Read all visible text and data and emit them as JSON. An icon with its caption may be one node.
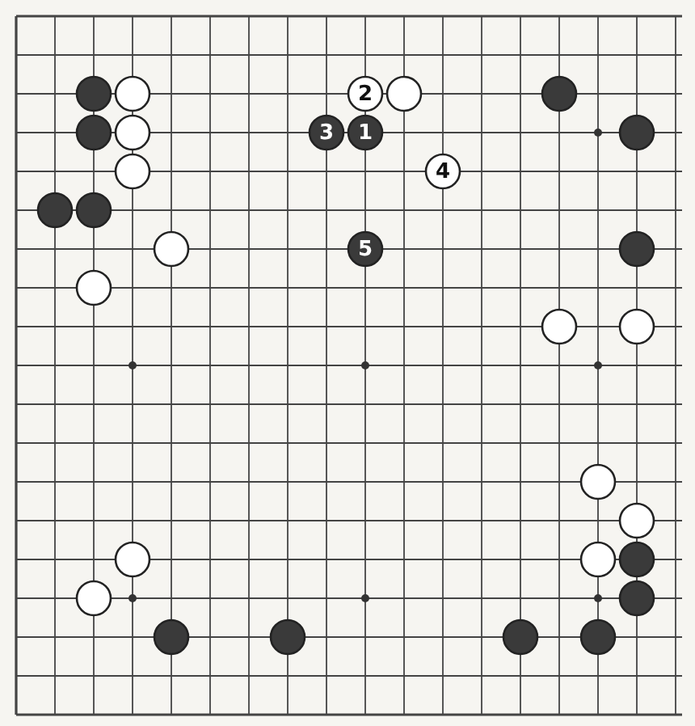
{
  "diagram": {
    "labels": [
      "2",
      "3",
      "1",
      "4",
      "5"
    ]
  }
}
